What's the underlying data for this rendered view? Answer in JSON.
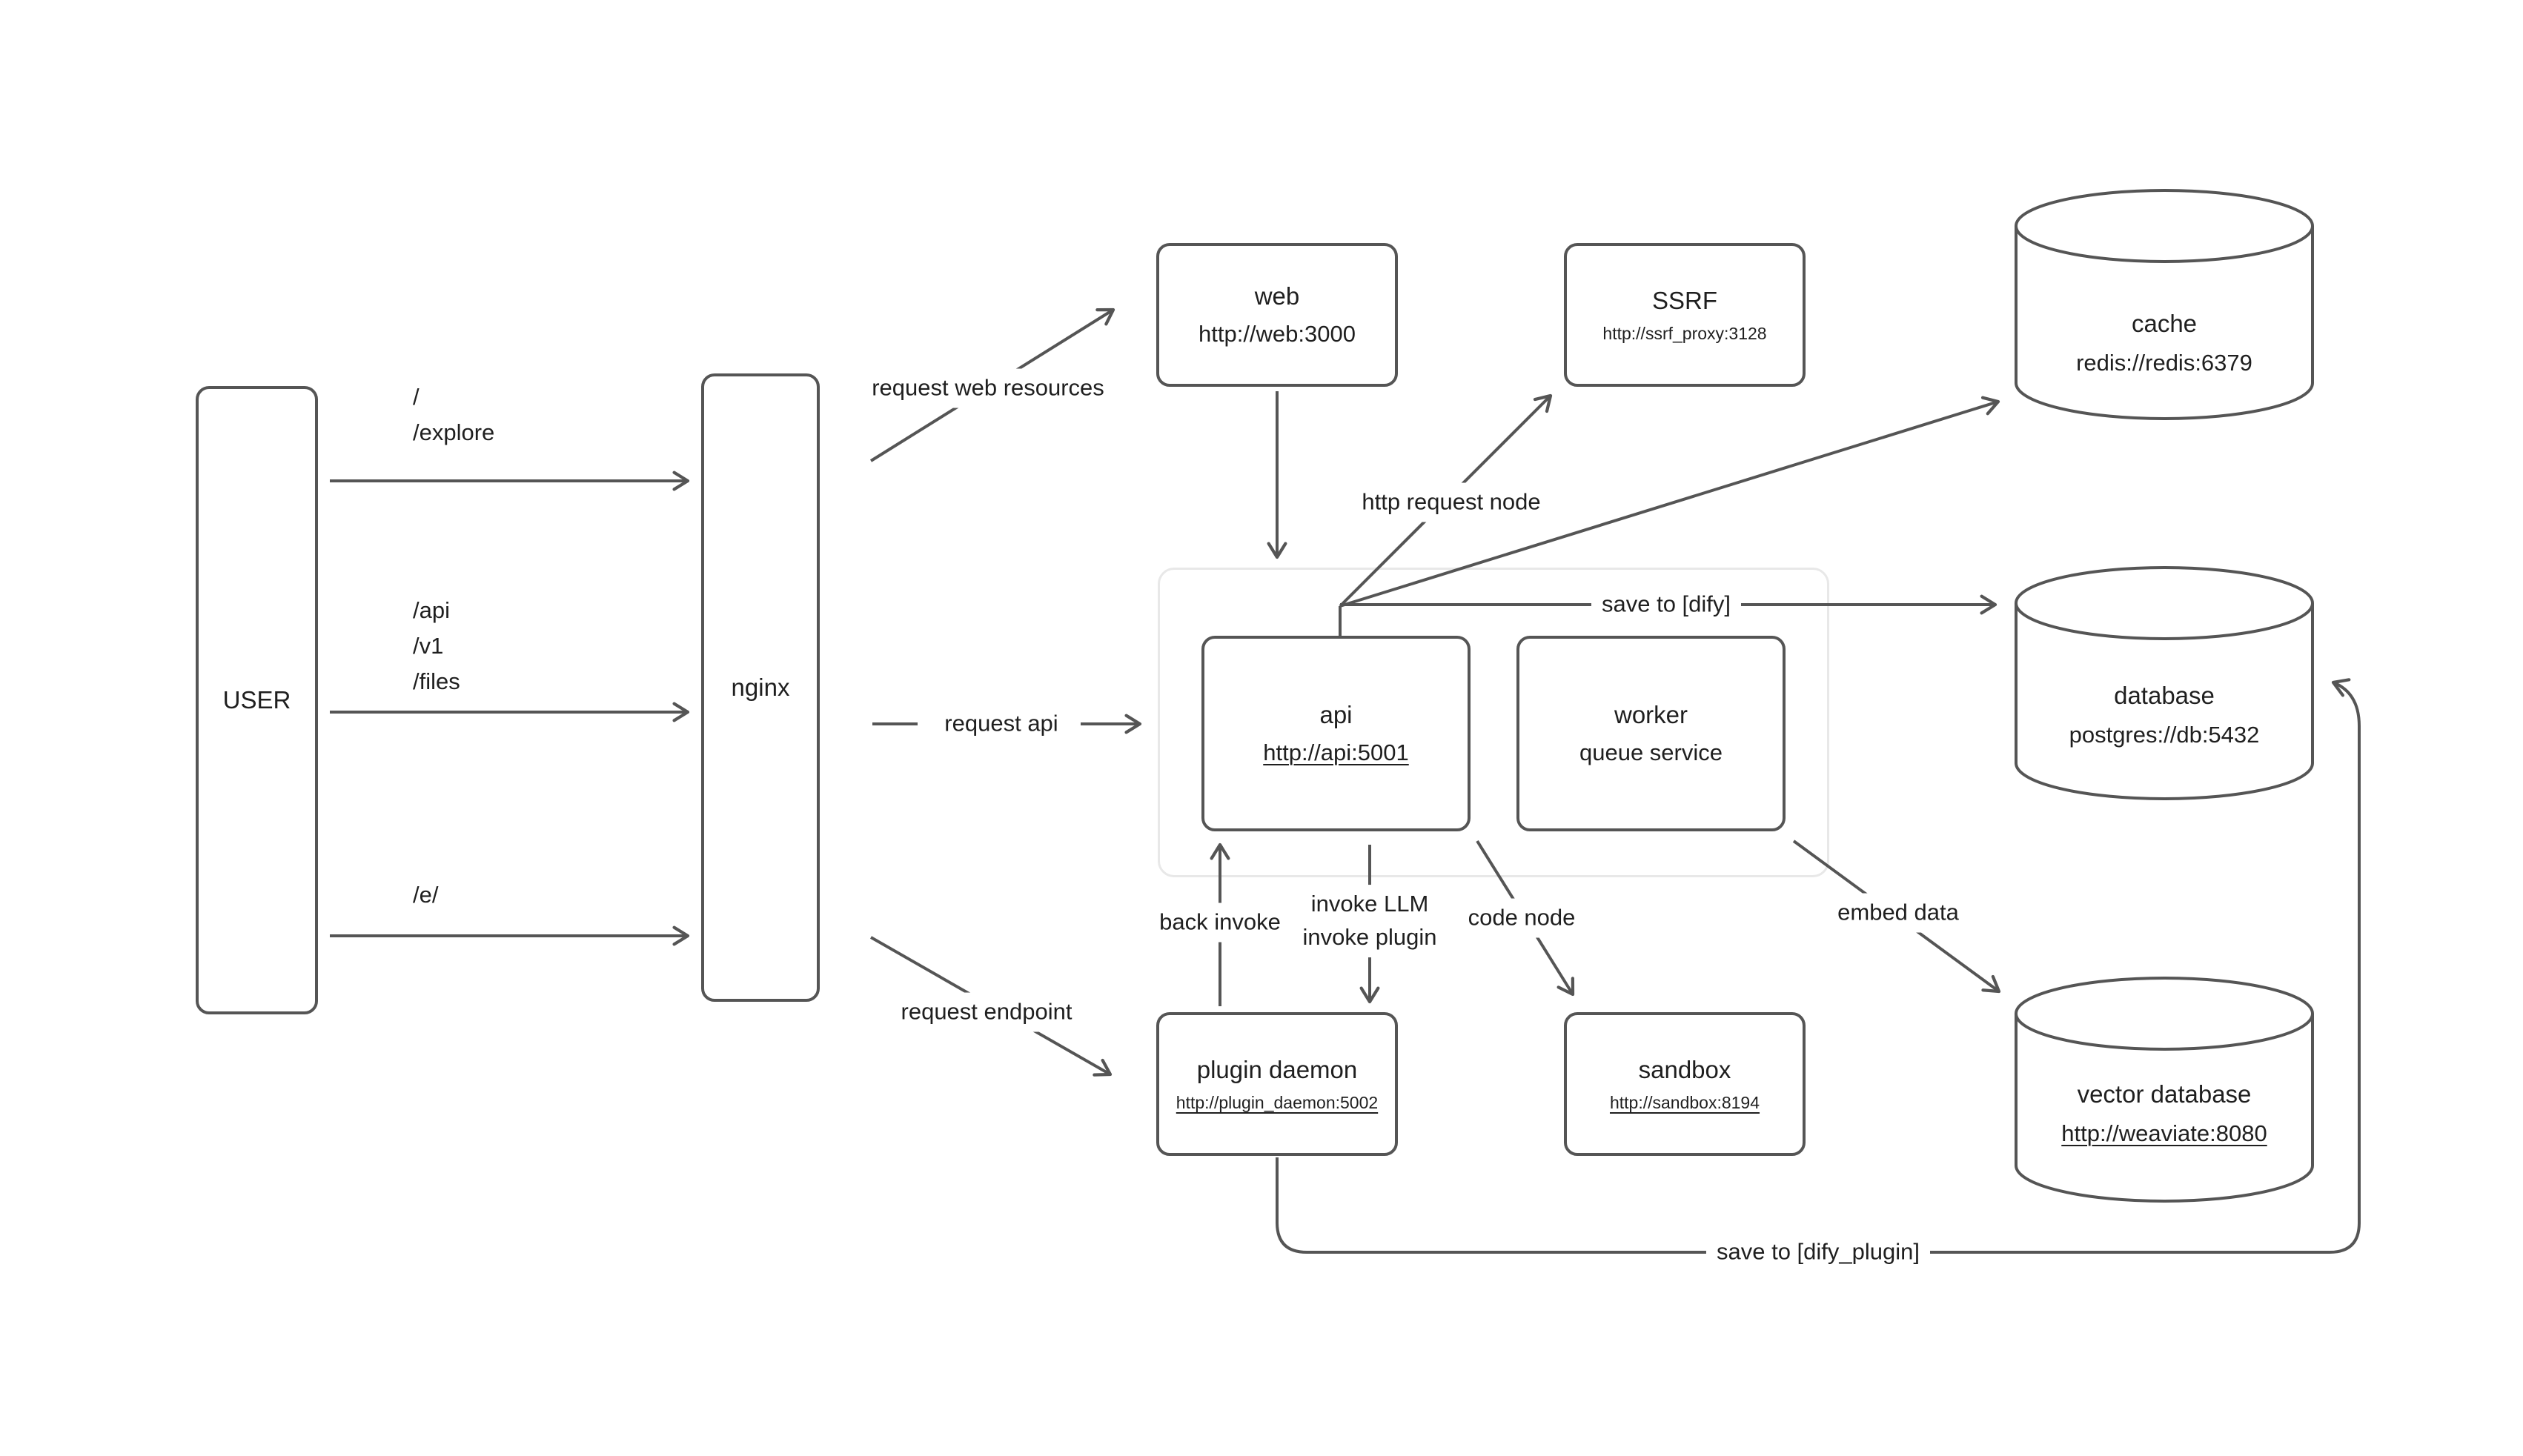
{
  "diagram": {
    "background": "#ffffff",
    "line_color": "#555555",
    "text_color": "#1f1f1f",
    "group_border_color": "#e8e8e8"
  },
  "nodes": {
    "user": {
      "label": "USER"
    },
    "nginx": {
      "label": "nginx"
    },
    "web": {
      "title": "web",
      "url": "http://web:3000"
    },
    "ssrf": {
      "title": "SSRF",
      "url": "http://ssrf_proxy:3128"
    },
    "cache": {
      "title": "cache",
      "url": "redis://redis:6379"
    },
    "api": {
      "title": "api",
      "url": "http://api:5001"
    },
    "worker": {
      "title": "worker",
      "subtitle": "queue service"
    },
    "database": {
      "title": "database",
      "url": "postgres://db:5432"
    },
    "plugin_daemon": {
      "title": "plugin daemon",
      "url": "http://plugin_daemon:5002"
    },
    "sandbox": {
      "title": "sandbox",
      "url": "http://sandbox:8194"
    },
    "vector_database": {
      "title": "vector database",
      "url": "http://weaviate:8080"
    }
  },
  "edges": {
    "user_routes_web": "/\n/explore",
    "user_routes_api": "/api\n/v1\n/files",
    "user_routes_plugin": "/e/",
    "request_web_resources": "request web resources",
    "request_api": "request api",
    "request_endpoint": "request endpoint",
    "http_request_node": "http request node",
    "save_to_dify": "save to [dify]",
    "back_invoke": "back invoke",
    "invoke_llm_plugin": "invoke LLM\ninvoke plugin",
    "code_node": "code node",
    "embed_data": "embed data",
    "save_to_dify_plugin": "save to [dify_plugin]"
  }
}
